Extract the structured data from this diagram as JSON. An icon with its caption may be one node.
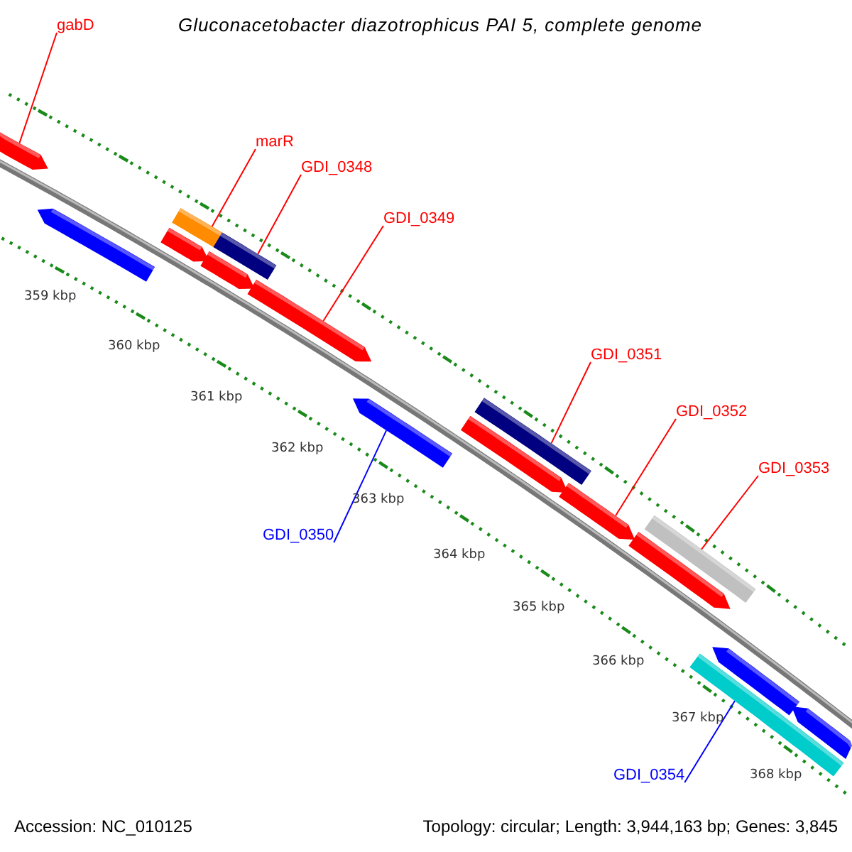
{
  "diagram": {
    "title": "Gluconacetobacter diazotrophicus PAI 5, complete genome",
    "nodes": [
      {
        "text": [
          "gabD"
        ]
      },
      {
        "text": [],
        "shape": "arrow"
      },
      {
        "text": [
          "marR"
        ]
      },
      {
        "text": [
          "GDI_0348"
        ]
      },
      {
        "text": [],
        "shape": "arrow"
      },
      {
        "text": [],
        "shape": "box"
      },
      {
        "text": [],
        "shape": "arrow"
      },
      {
        "text": [],
        "shape": "box"
      },
      {
        "text": [],
        "shape": "arrow"
      },
      {
        "text": [
          "GDI_0349"
        ]
      },
      {
        "text": [],
        "shape": "arrow"
      },
      {
        "text": [
          "GDI_0351"
        ]
      },
      {
        "text": [],
        "shape": "arrow"
      },
      {
        "text": [],
        "shape": "box"
      },
      {
        "text": [],
        "shape": "arrow"
      },
      {
        "text": [
          "GDI_0352"
        ]
      },
      {
        "text": [],
        "shape": "arrow"
      },
      {
        "text": [
          "GDI_0353"
        ]
      },
      {
        "text": [],
        "shape": "box"
      },
      {
        "text": [],
        "shape": "arrow"
      },
      {
        "text": [
          "GDI_0350"
        ]
      },
      {
        "text": [],
        "shape": "arrow"
      },
      {
        "text": [],
        "shape": "box"
      },
      {
        "text": [],
        "shape": "arrow"
      },
      {
        "text": [],
        "shape": "box"
      },
      {
        "text": [
          "GDI_0354"
        ]
      }
    ],
    "edges": [
      {
        "from": 0,
        "to": 1,
        "arrow": "none"
      },
      {
        "from": 2,
        "to": 5,
        "arrow": "none"
      },
      {
        "from": 3,
        "to": 7,
        "arrow": "none"
      },
      {
        "from": 9,
        "to": 10,
        "arrow": "none"
      },
      {
        "from": 11,
        "to": 13,
        "arrow": "none"
      },
      {
        "from": 15,
        "to": 16,
        "arrow": "none"
      },
      {
        "from": 17,
        "to": 18,
        "arrow": "none"
      },
      {
        "from": 20,
        "to": 12,
        "arrow": "none",
        "color": "#0000ff"
      },
      {
        "from": 25,
        "to": 22,
        "arrow": "none",
        "color": "#0000ff"
      }
    ],
    "labels": [
      "359 kbp",
      "360 kbp",
      "361 kbp",
      "362 kbp",
      "363 kbp",
      "364 kbp",
      "365 kbp",
      "366 kbp",
      "367 kbp",
      "368 kbp",
      "Accession: NC_010125",
      "Topology: circular; Length: 3,944,163 bp; Genes: 3,845"
    ]
  }
}
